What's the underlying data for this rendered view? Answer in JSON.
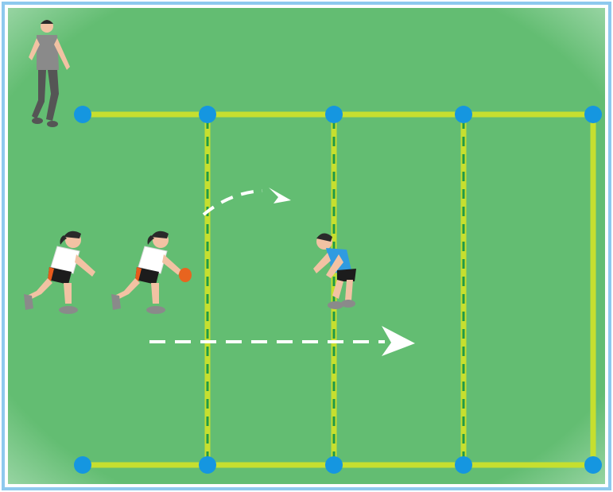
{
  "colors": {
    "field": "#63bd72",
    "field_edge": "#a9dcb3",
    "frame": "#8ec9ee",
    "court_line": "#c6df2f",
    "court_line_dark": "#1f9a48",
    "post": "#1596e0",
    "arrow": "#ffffff",
    "skin": "#f2c2a3",
    "hair": "#2a2a2a",
    "jersey_white": "#ffffff",
    "jersey_blue": "#2f9be0",
    "shorts": "#1c1c1c",
    "shorts_stripe": "#e85a1c",
    "ball": "#e8641f",
    "coach_shirt": "#8a8a8a",
    "coach_pants": "#555555"
  },
  "figures": {
    "coach": {
      "icon": "standing-coach-icon"
    },
    "runner_back": {
      "icon": "crouching-player-icon",
      "jersey": "white"
    },
    "runner_ball": {
      "icon": "crouching-player-with-ball-icon",
      "jersey": "white"
    },
    "defender": {
      "icon": "crouching-defender-icon",
      "jersey": "blue"
    }
  },
  "arrows": {
    "curved_pass": {
      "icon": "curved-dashed-arrow-icon"
    },
    "straight_run": {
      "icon": "straight-dashed-arrow-icon"
    }
  }
}
